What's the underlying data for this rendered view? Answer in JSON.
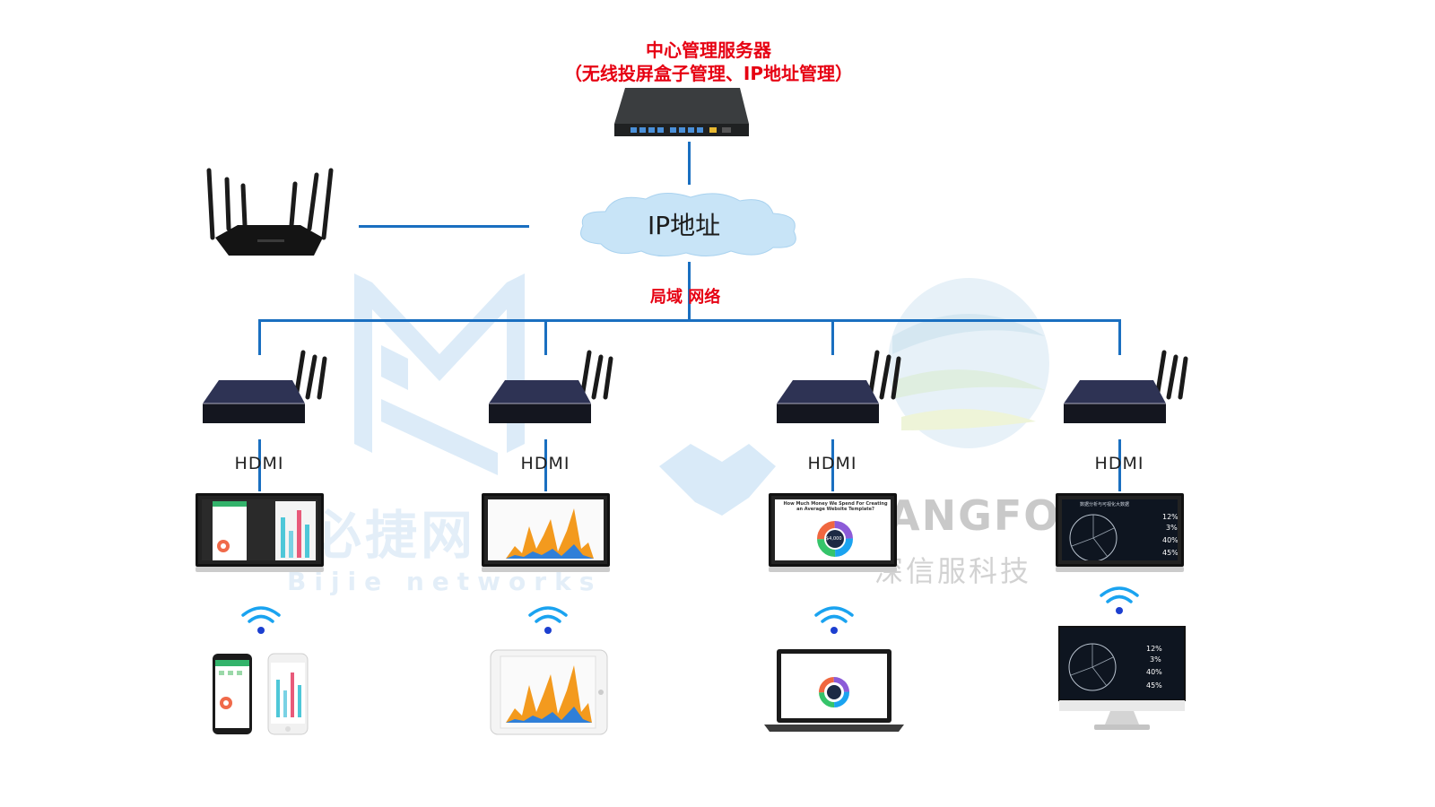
{
  "header": {
    "title_line1": "中心管理服务器",
    "title_line2": "（无线投屏盒子管理、IP地址管理）"
  },
  "cloud": {
    "label": "IP地址"
  },
  "lan": {
    "label": "局域 网络"
  },
  "hdmi": {
    "labels": [
      "HDMI",
      "HDMI",
      "HDMI",
      "HDMI"
    ]
  },
  "watermarks": {
    "bijie_cn": "必捷网",
    "bijie_en": "Bijie networks",
    "sangfor_en": "ANGFO",
    "sangfor_cn": "深信服科技"
  },
  "screen4": {
    "heading": "数据分析与可视化大数据",
    "percents": [
      "12%",
      "3%",
      "40%",
      "45%"
    ]
  },
  "screen3": {
    "heading": "How Much Money We Spend For Creating an Average Website Template?",
    "center_value": "$4,000"
  },
  "colors": {
    "accent_red": "#e60012",
    "line_blue": "#1a6fc0",
    "cloud_fill": "#c8e4f7",
    "wifi_blue": "#1aa3f0"
  },
  "icons": {
    "server": "network-server-icon",
    "router": "wifi-router-icon",
    "cloud": "cloud-icon",
    "box": "screen-cast-box-icon",
    "wifi": "wifi-icon"
  }
}
